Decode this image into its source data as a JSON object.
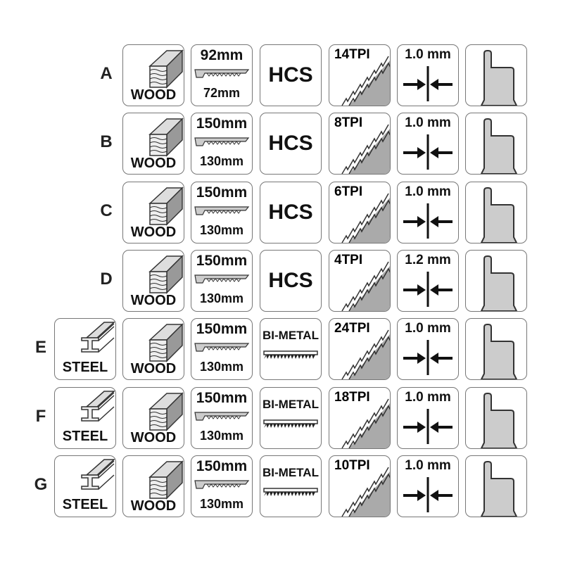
{
  "rows": [
    {
      "letter": "A",
      "steel": null,
      "wood": "WOOD",
      "length_total": "92mm",
      "length_work": "72mm",
      "material": "HCS",
      "tpi": "14TPI",
      "thickness": "1.0 mm"
    },
    {
      "letter": "B",
      "steel": null,
      "wood": "WOOD",
      "length_total": "150mm",
      "length_work": "130mm",
      "material": "HCS",
      "tpi": "8TPI",
      "thickness": "1.0 mm"
    },
    {
      "letter": "C",
      "steel": null,
      "wood": "WOOD",
      "length_total": "150mm",
      "length_work": "130mm",
      "material": "HCS",
      "tpi": "6TPI",
      "thickness": "1.0 mm"
    },
    {
      "letter": "D",
      "steel": null,
      "wood": "WOOD",
      "length_total": "150mm",
      "length_work": "130mm",
      "material": "HCS",
      "tpi": "4TPI",
      "thickness": "1.2 mm"
    },
    {
      "letter": "E",
      "steel": "STEEL",
      "wood": "WOOD",
      "length_total": "150mm",
      "length_work": "130mm",
      "material": "BI-METAL",
      "tpi": "24TPI",
      "thickness": "1.0 mm"
    },
    {
      "letter": "F",
      "steel": "STEEL",
      "wood": "WOOD",
      "length_total": "150mm",
      "length_work": "130mm",
      "material": "BI-METAL",
      "tpi": "18TPI",
      "thickness": "1.0 mm"
    },
    {
      "letter": "G",
      "steel": "STEEL",
      "wood": "WOOD",
      "length_total": "150mm",
      "length_work": "130mm",
      "material": "BI-METAL",
      "tpi": "10TPI",
      "thickness": "1.0 mm"
    }
  ]
}
